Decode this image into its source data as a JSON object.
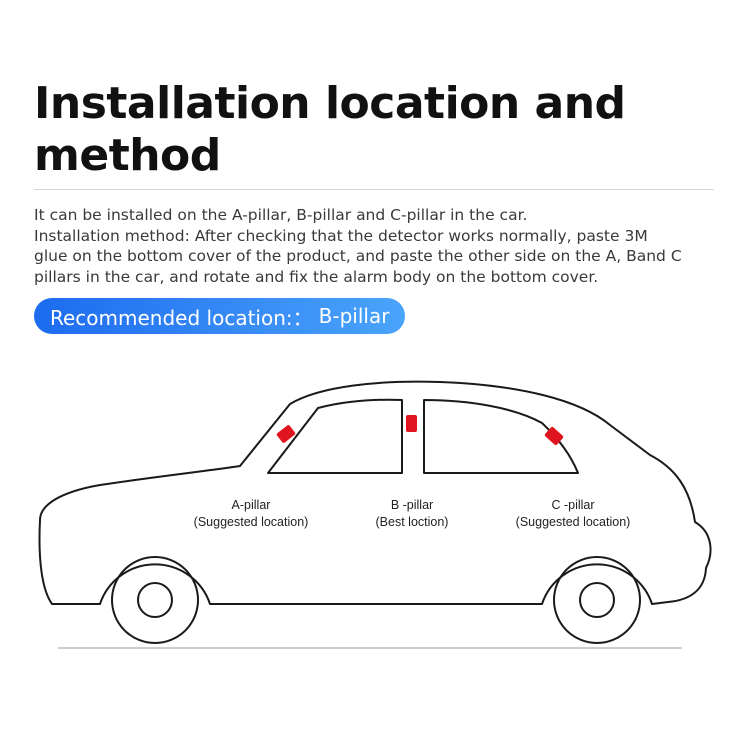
{
  "heading": {
    "line1": "Installation location and",
    "line2": "method"
  },
  "description": {
    "line1": "It can be installed on the A-pillar, B-pillar and C-pillar in the car.",
    "line2": "Installation method: After checking that the detector works normally, paste 3M",
    "line3": "glue on the bottom cover of the product, and paste the other side on the A, Band C",
    "line4": "pillars in the car, and rotate and fix the alarm body on the bottom cover."
  },
  "recommendation": {
    "label": "Recommended location:：",
    "value": "B-pillar",
    "color_start": "#1d6bf0",
    "color_end": "#4aa4fb"
  },
  "pillars": [
    {
      "name": "A-pillar",
      "note": "(Suggested location)"
    },
    {
      "name": "B -pillar",
      "note": "(Best loction)"
    },
    {
      "name": "C -pillar",
      "note": "(Suggested location)"
    }
  ],
  "marker_color": "#e0141e"
}
